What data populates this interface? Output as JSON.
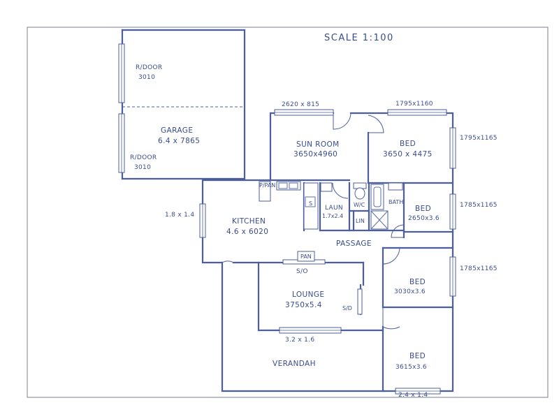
{
  "scale_label": "SCALE 1:100",
  "garage": {
    "name": "GARAGE",
    "size": "6.4 x 7865",
    "rdoor_top_label": "R/DOOR",
    "rdoor_top_size": "3010",
    "rdoor_bottom_label": "R/DOOR",
    "rdoor_bottom_size": "3010"
  },
  "sun_room": {
    "name": "SUN ROOM",
    "size": "3650x4960",
    "window": "2620 x 815"
  },
  "bed1": {
    "name": "BED",
    "size": "3650 x 4475",
    "window_top": "1795x1160",
    "window_side": "1795x1165"
  },
  "kitchen": {
    "name": "KITCHEN",
    "size": "4.6 x 6020",
    "window": "1.8 x 1.4",
    "pantry": "P/PAN"
  },
  "laundry": {
    "name": "LAUN",
    "size": "1.7x2.4",
    "wc": "W/C",
    "linen": "LIN",
    "sink": "S"
  },
  "bath": {
    "name": "BATH"
  },
  "bed2": {
    "name": "BED",
    "size": "2650x3.6",
    "window": "1785x1165"
  },
  "passage": {
    "name": "PASSAGE"
  },
  "pan": "PAN",
  "slider_top": "S/O",
  "slider_side": "S/D",
  "lounge": {
    "name": "LOUNGE",
    "size": "3750x5.4",
    "window": "3.2 x 1.6"
  },
  "bed3": {
    "name": "BED",
    "size": "3030x3.6",
    "window": "1785x1165"
  },
  "verandah": {
    "name": "VERANDAH"
  },
  "bed4": {
    "name": "BED",
    "size": "3615x3.6",
    "window": "2.4 x 1.4"
  }
}
